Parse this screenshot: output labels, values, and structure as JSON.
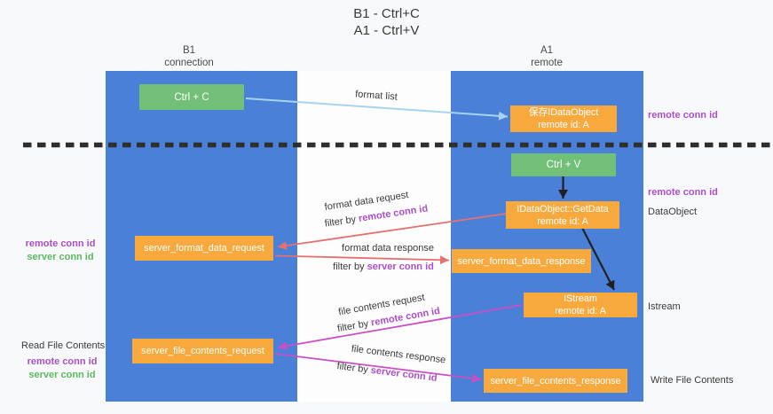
{
  "title": {
    "line1": "B1 - Ctrl+C",
    "line2": "A1 - Ctrl+V"
  },
  "columns": {
    "b1": {
      "name": "B1",
      "subtitle": "connection"
    },
    "a1": {
      "name": "A1",
      "subtitle": "remote"
    }
  },
  "boxes": {
    "ctrl_c": "Ctrl + C",
    "ctrl_v": "Ctrl + V",
    "save_dataobject": {
      "line1": "保存IDataObject",
      "line2": "remote id: A"
    },
    "getdata": {
      "line1": "IDataObject::GetData",
      "line2": "remote id: A"
    },
    "istream": {
      "line1": "IStream",
      "line2": "remote id: A"
    },
    "server_format_data_request": "server_format_data_request",
    "server_format_data_response": "server_format_data_response",
    "server_file_contents_request": "server_file_contents_request",
    "server_file_contents_response": "server_file_contents_response"
  },
  "arrow_labels": {
    "format_list": "format list",
    "format_data_request": "format data request",
    "format_data_response": "format data response",
    "file_contents_request": "file contents request",
    "file_contents_response": "file contents response",
    "filter_by": "filter by ",
    "remote_conn_id": "remote conn id",
    "server_conn_id": "server conn id"
  },
  "side_labels": {
    "remote_conn_id": "remote conn id",
    "server_conn_id": "server conn id",
    "dataobject": "DataObject",
    "istream": "Istream",
    "read_file_contents": "Read File Contents",
    "write_file_contents": "Write File Contents"
  },
  "colors": {
    "column_blue": "#4a80d8",
    "box_green": "#72c077",
    "box_orange": "#f8a93e",
    "label_purple": "#ab4fc8",
    "label_green": "#5bb95f",
    "arrow_red": "#e57070",
    "arrow_magenta": "#cb4ec5",
    "arrow_lightblue": "#a8d3f0",
    "arrow_black": "#202020",
    "background": "#f8f9fa"
  }
}
